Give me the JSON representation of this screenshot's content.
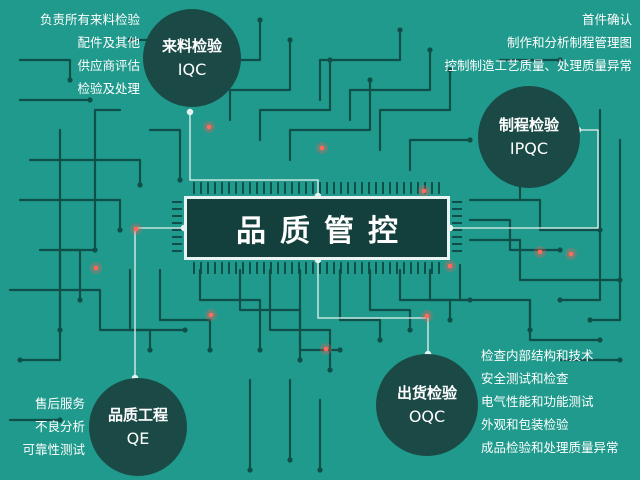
{
  "center": {
    "title": "品质管控"
  },
  "nodes": {
    "iqc": {
      "cn": "来料检验",
      "en": "IQC",
      "lines": [
        "负责所有来料检验",
        "配件及其他",
        "供应商评估",
        "检验及处理"
      ]
    },
    "ipqc": {
      "cn": "制程检验",
      "en": "IPQC",
      "lines": [
        "首件确认",
        "制作和分析制程管理图",
        "控制制造工艺质量、处理质量异常"
      ]
    },
    "qe": {
      "cn": "品质工程",
      "en": "QE",
      "lines": [
        "售后服务",
        "不良分析",
        "可靠性测试"
      ]
    },
    "oqc": {
      "cn": "出货检验",
      "en": "OQC",
      "lines": [
        "检查内部结构和技术",
        "安全测试和检查",
        "电气性能和功能测试",
        "外观和包装检验",
        "成品检验和处理质量异常"
      ]
    }
  },
  "colors": {
    "background": "#1f9a8c",
    "trace": "#0f4f49",
    "node_fill": "#1b4a46",
    "chip_fill": "#133f3c",
    "connector": "#e6f2f0",
    "led": "#ff5a4e"
  }
}
